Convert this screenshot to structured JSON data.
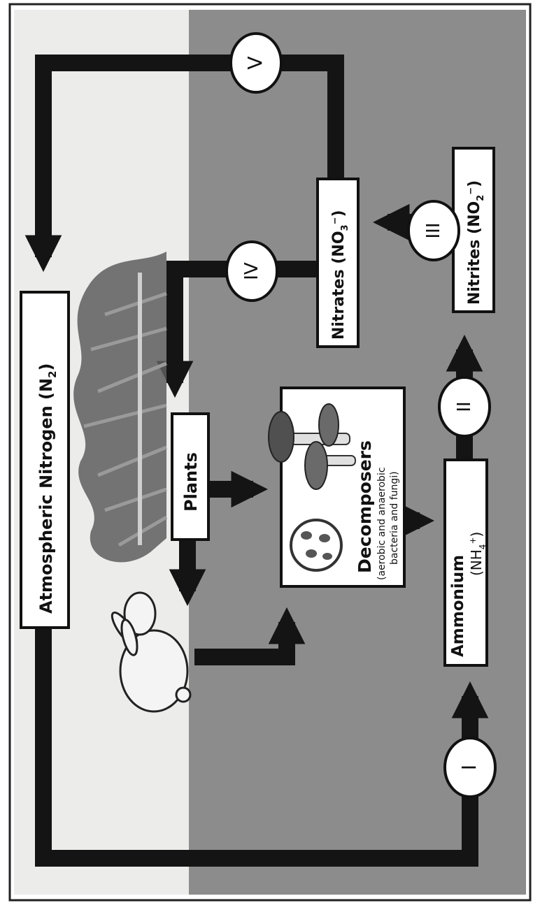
{
  "labels": {
    "atmospheric_nitrogen": "Atmospheric Nitrogen (N",
    "atmospheric_nitrogen_sub": "2",
    "atmospheric_nitrogen_close": ")",
    "plants": "Plants",
    "decomposers_title": "Decomposers",
    "decomposers_sub_1": "(aerobic and anaerobic",
    "decomposers_sub_2": "bacteria and fungi)",
    "nitrates": "Nitrates (NO",
    "nitrates_sub": "3",
    "nitrates_sup": "−",
    "nitrates_close": ")",
    "nitrites": "Nitrites (NO",
    "nitrites_sub": "2",
    "nitrites_sup": "−",
    "nitrites_close": ")",
    "ammonium": "Ammonium",
    "ammonium_formula": "(NH",
    "ammonium_sub": "4",
    "ammonium_sup": "+",
    "ammonium_close": ")"
  },
  "steps": {
    "i": "I",
    "ii": "II",
    "iii": "III",
    "iv": "IV",
    "v": "V"
  },
  "colors": {
    "soil": "#8c8c8c",
    "sky": "#ecedeb",
    "arrow": "#141414",
    "box_fill": "#ffffff",
    "box_stroke": "#111111"
  }
}
